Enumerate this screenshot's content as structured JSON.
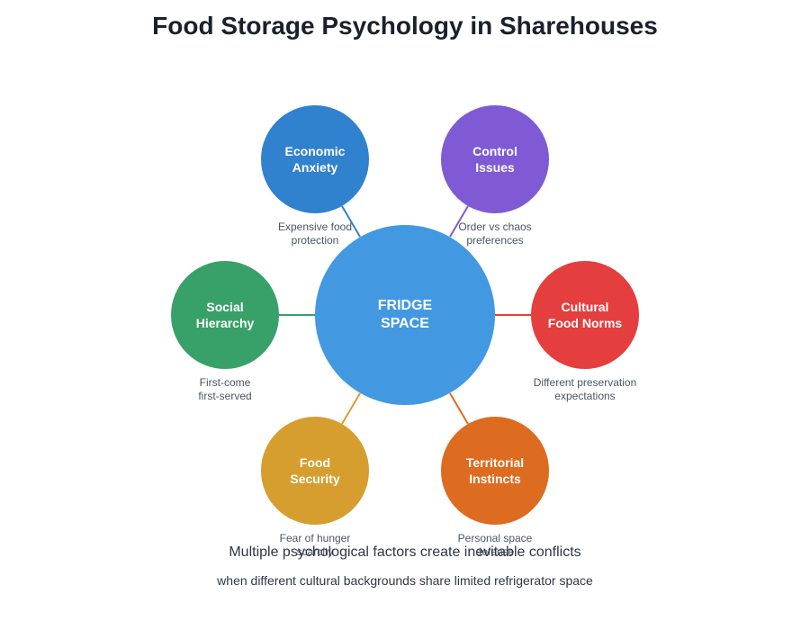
{
  "title": "Food Storage Psychology in Sharehouses",
  "center": {
    "label": "FRIDGE\nSPACE",
    "color": "#4299e1"
  },
  "factors": [
    {
      "label": "Economic\nAnxiety",
      "description": "Expensive food\nprotection",
      "color": "#3182ce"
    },
    {
      "label": "Control\nIssues",
      "description": "Order vs chaos\npreferences",
      "color": "#805ad5"
    },
    {
      "label": "Social\nHierarchy",
      "description": "First-come\nfirst-served",
      "color": "#38a169"
    },
    {
      "label": "Cultural\nFood Norms",
      "description": "Different preservation\nexpectations",
      "color": "#e53e3e"
    },
    {
      "label": "Food\nSecurity",
      "description": "Fear of hunger\nscarcity",
      "color": "#d69e2e"
    },
    {
      "label": "Territorial\nInstincts",
      "description": "Personal space\ndefense",
      "color": "#dd6b20"
    }
  ],
  "caption": {
    "main": "Multiple psychological factors create inevitable conflicts",
    "sub": "when different cultural backgrounds share limited refrigerator space"
  }
}
